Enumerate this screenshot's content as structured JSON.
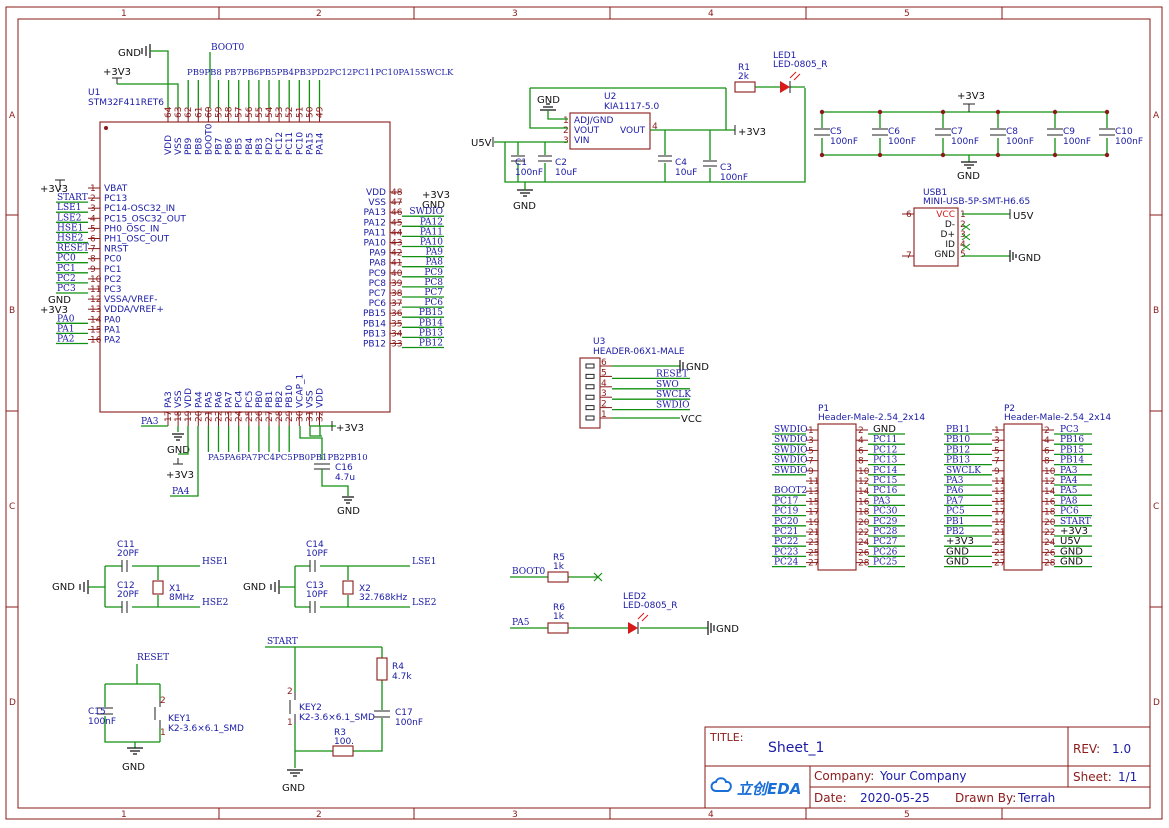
{
  "sheet": {
    "columns": [
      "1",
      "2",
      "3",
      "4",
      "5"
    ],
    "rows": [
      "A",
      "B",
      "C",
      "D"
    ]
  },
  "title_block": {
    "title_label": "TITLE:",
    "title": "Sheet_1",
    "rev_label": "REV:",
    "rev": "1.0",
    "company_label": "Company:",
    "company": "Your Company",
    "sheet_label": "Sheet:",
    "sheet": "1/1",
    "date_label": "Date:",
    "date": "2020-05-25",
    "drawn_label": "Drawn By:",
    "drawn_by": "Terrah",
    "logo_text": "立创EDA"
  },
  "u1": {
    "ref": "U1",
    "part": "STM32F411RET6",
    "left_pins": [
      {
        "num": "1",
        "name": "VBAT"
      },
      {
        "num": "2",
        "name": "PC13"
      },
      {
        "num": "3",
        "name": "PC14-OSC32_IN"
      },
      {
        "num": "4",
        "name": "PC15_OSC32_OUT"
      },
      {
        "num": "5",
        "name": "PH0_OSC_IN"
      },
      {
        "num": "6",
        "name": "PH1_OSC_OUT"
      },
      {
        "num": "7",
        "name": "NRST"
      },
      {
        "num": "8",
        "name": "PC0"
      },
      {
        "num": "9",
        "name": "PC1"
      },
      {
        "num": "10",
        "name": "PC2"
      },
      {
        "num": "11",
        "name": "PC3"
      },
      {
        "num": "12",
        "name": "VSSA/VREF-"
      },
      {
        "num": "13",
        "name": "VDDA/VREF+"
      },
      {
        "num": "14",
        "name": "PA0"
      },
      {
        "num": "15",
        "name": "PA1"
      },
      {
        "num": "16",
        "name": "PA2"
      }
    ],
    "left_nets": [
      "+3V3",
      "START",
      "LSE1",
      "LSE2",
      "HSE1",
      "HSE2",
      "RESET",
      "PC0",
      "PC1",
      "PC2",
      "PC3",
      "GND",
      "+3V3",
      "PA0",
      "PA1",
      "PA2"
    ],
    "right_pins": [
      {
        "num": "48",
        "name": "VDD"
      },
      {
        "num": "47",
        "name": "VSS"
      },
      {
        "num": "46",
        "name": "PA13"
      },
      {
        "num": "45",
        "name": "PA12"
      },
      {
        "num": "44",
        "name": "PA11"
      },
      {
        "num": "43",
        "name": "PA10"
      },
      {
        "num": "42",
        "name": "PA9"
      },
      {
        "num": "41",
        "name": "PA8"
      },
      {
        "num": "40",
        "name": "PC9"
      },
      {
        "num": "39",
        "name": "PC8"
      },
      {
        "num": "38",
        "name": "PC7"
      },
      {
        "num": "37",
        "name": "PC6"
      },
      {
        "num": "36",
        "name": "PB15"
      },
      {
        "num": "35",
        "name": "PB14"
      },
      {
        "num": "34",
        "name": "PB13"
      },
      {
        "num": "33",
        "name": "PB12"
      }
    ],
    "right_nets": [
      "+3V3",
      "GND",
      "SWDIO",
      "PA12",
      "PA11",
      "PA10",
      "PA9",
      "PA8",
      "PC9",
      "PC8",
      "PC7",
      "PC6",
      "PB15",
      "PB14",
      "PB13",
      "PB12"
    ],
    "top_pins": [
      {
        "num": "64",
        "name": "VDD"
      },
      {
        "num": "63",
        "name": "VSS"
      },
      {
        "num": "62",
        "name": "PB9"
      },
      {
        "num": "61",
        "name": "PB8"
      },
      {
        "num": "60",
        "name": "BOOT0"
      },
      {
        "num": "59",
        "name": "PB7"
      },
      {
        "num": "58",
        "name": "PB6"
      },
      {
        "num": "57",
        "name": "PB5"
      },
      {
        "num": "56",
        "name": "PB4"
      },
      {
        "num": "55",
        "name": "PB3"
      },
      {
        "num": "54",
        "name": "PD2"
      },
      {
        "num": "53",
        "name": "PC12"
      },
      {
        "num": "52",
        "name": "PC11"
      },
      {
        "num": "51",
        "name": "PC10"
      },
      {
        "num": "50",
        "name": "PA15"
      },
      {
        "num": "49",
        "name": "PA14"
      }
    ],
    "top_nets": "PB9PB8  PB7PB6PB5PB4PB3PD2PC12PC11PC10PA15SWCLK",
    "top_gnd": "GND",
    "top_3v3": "+3V3",
    "top_boot": "BOOT0",
    "bottom_pins": [
      {
        "num": "17",
        "name": "PA3"
      },
      {
        "num": "18",
        "name": "VSS"
      },
      {
        "num": "19",
        "name": "VDD"
      },
      {
        "num": "20",
        "name": "PA4"
      },
      {
        "num": "21",
        "name": "PA5"
      },
      {
        "num": "22",
        "name": "PA6"
      },
      {
        "num": "23",
        "name": "PA7"
      },
      {
        "num": "24",
        "name": "PC4"
      },
      {
        "num": "25",
        "name": "PC5"
      },
      {
        "num": "26",
        "name": "PB0"
      },
      {
        "num": "27",
        "name": "PB1"
      },
      {
        "num": "28",
        "name": "PB2"
      },
      {
        "num": "29",
        "name": "PB10"
      },
      {
        "num": "30",
        "name": "VCAP_1"
      },
      {
        "num": "31",
        "name": "VSS"
      },
      {
        "num": "32",
        "name": "VDD"
      }
    ],
    "bottom_nets": "PA5PA6PA7PC4PC5PB0PB1PB2PB10",
    "pa3": "PA3",
    "pa4": "PA4",
    "bot_gnd": "GND",
    "bot_3v3": "+3V3",
    "bot_3v3b": "+3V3"
  },
  "c16": {
    "ref": "C16",
    "value": "4.7u",
    "gnd": "GND"
  },
  "u2": {
    "ref": "U2",
    "part": "KIA1117-5.0",
    "pins": [
      {
        "num": "1",
        "name": "ADJ/GND"
      },
      {
        "num": "2",
        "name": "VOUT"
      },
      {
        "num": "3",
        "name": "VIN"
      },
      {
        "num": "4",
        "name": "VOUT"
      }
    ],
    "gnd": "GND",
    "u5v": "U5V",
    "p3v3": "+3V3",
    "gnd2": "GND",
    "c1": {
      "ref": "C1",
      "value": "100nF"
    },
    "c2": {
      "ref": "C2",
      "value": "10uF"
    },
    "c4": {
      "ref": "C4",
      "value": "10uF"
    },
    "c3": {
      "ref": "C3",
      "value": "100nF"
    },
    "r1": {
      "ref": "R1",
      "value": "2k"
    },
    "led1": {
      "ref": "LED1",
      "value": "LED-0805_R"
    }
  },
  "decoupling": {
    "net": "+3V3",
    "gnd": "GND",
    "caps": [
      {
        "ref": "C5",
        "value": "100nF"
      },
      {
        "ref": "C6",
        "value": "100nF"
      },
      {
        "ref": "C7",
        "value": "100nF"
      },
      {
        "ref": "C8",
        "value": "100nF"
      },
      {
        "ref": "C9",
        "value": "100nF"
      },
      {
        "ref": "C10",
        "value": "100nF"
      }
    ]
  },
  "usb1": {
    "ref": "USB1",
    "part": "MINI-USB-5P-SMT-H6.65",
    "pins": [
      {
        "num": "1",
        "name": "VCC"
      },
      {
        "num": "2",
        "name": "D-"
      },
      {
        "num": "3",
        "name": "D+"
      },
      {
        "num": "4",
        "name": "ID"
      },
      {
        "num": "5",
        "name": "GND"
      }
    ],
    "side_left": [
      {
        "num": "6"
      },
      {
        "num": "7"
      }
    ],
    "u5v": "U5V",
    "gnd": "GND"
  },
  "u3": {
    "ref": "U3",
    "part": "HEADER-06X1-MALE",
    "pins": [
      {
        "num": "6",
        "net": "GND"
      },
      {
        "num": "5",
        "net": "RESET"
      },
      {
        "num": "4",
        "net": "SWO"
      },
      {
        "num": "3",
        "net": "SWCLK"
      },
      {
        "num": "2",
        "net": "SWDIO"
      },
      {
        "num": "1",
        "net": "VCC"
      }
    ]
  },
  "p1": {
    "ref": "P1",
    "part": "Header-Male-2.54_2x14",
    "left_nets": [
      "SWDIO",
      "SWDIO",
      "SWDIO",
      "SWDIO",
      "SWDIO",
      "",
      "BOOT2",
      "PC17",
      "PC19",
      "PC20",
      "PC21",
      "PC22",
      "PC23",
      "PC24"
    ],
    "right_nets": [
      "GND",
      "PC11",
      "PC12",
      "PC13",
      "PC14",
      "PC15",
      "PC16",
      "PA3",
      "PC30",
      "PC29",
      "PC28",
      "PC27",
      "PC26",
      "PC25"
    ],
    "odd": [
      "1",
      "3",
      "5",
      "7",
      "9",
      "11",
      "13",
      "15",
      "17",
      "19",
      "21",
      "23",
      "25",
      "27"
    ],
    "even": [
      "2",
      "4",
      "6",
      "8",
      "10",
      "12",
      "14",
      "16",
      "18",
      "20",
      "22",
      "24",
      "26",
      "28"
    ]
  },
  "p2": {
    "ref": "P2",
    "part": "Header-Male-2.54_2x14",
    "left_nets": [
      "PB11",
      "PB10",
      "PB12",
      "PB13",
      "SWCLK",
      "PA3",
      "PA6",
      "PA7",
      "PC5",
      "PB1",
      "PB2",
      "+3V3",
      "GND",
      "GND"
    ],
    "right_nets": [
      "PC3",
      "PB16",
      "PB15",
      "PB14",
      "PA3",
      "PA4",
      "PA5",
      "PA8",
      "PC6",
      "START",
      "+3V3",
      "U5V",
      "GND",
      "GND"
    ],
    "odd": [
      "1",
      "3",
      "5",
      "7",
      "9",
      "11",
      "13",
      "15",
      "17",
      "19",
      "21",
      "23",
      "25",
      "27"
    ],
    "even": [
      "2",
      "4",
      "6",
      "8",
      "10",
      "12",
      "14",
      "16",
      "18",
      "20",
      "22",
      "24",
      "26",
      "28"
    ]
  },
  "hse": {
    "c11": {
      "ref": "C11",
      "value": "20PF"
    },
    "c12": {
      "ref": "C12",
      "value": "20PF"
    },
    "x1": {
      "ref": "X1",
      "value": "8MHz"
    },
    "net1": "HSE1",
    "net2": "HSE2",
    "gnd": "GND"
  },
  "lse": {
    "c14": {
      "ref": "C14",
      "value": "10PF"
    },
    "c13": {
      "ref": "C13",
      "value": "10PF"
    },
    "x2": {
      "ref": "X2",
      "value": "32.768kHz"
    },
    "net1": "LSE1",
    "net2": "LSE2",
    "gnd": "GND"
  },
  "boot": {
    "net": "BOOT0",
    "r5": {
      "ref": "R5",
      "value": "1k"
    },
    "pa5": "PA5",
    "r6": {
      "ref": "R6",
      "value": "1k"
    },
    "led2": {
      "ref": "LED2",
      "value": "LED-0805_R"
    },
    "gnd": "GND"
  },
  "reset": {
    "net": "RESET",
    "c15": {
      "ref": "C15",
      "value": "100nF"
    },
    "key1": {
      "ref": "KEY1",
      "value": "K2-3.6×6.1_SMD"
    },
    "gnd": "GND",
    "p1": "1",
    "p2": "2"
  },
  "start": {
    "net": "START",
    "key2": {
      "ref": "KEY2",
      "value": "K2-3.6×6.1_SMD"
    },
    "r4": {
      "ref": "R4",
      "value": "4.7k"
    },
    "c17": {
      "ref": "C17",
      "value": "100nF"
    },
    "r3": {
      "ref": "R3",
      "value": "100."
    },
    "gnd": "GND",
    "p1": "1",
    "p2": "2"
  }
}
